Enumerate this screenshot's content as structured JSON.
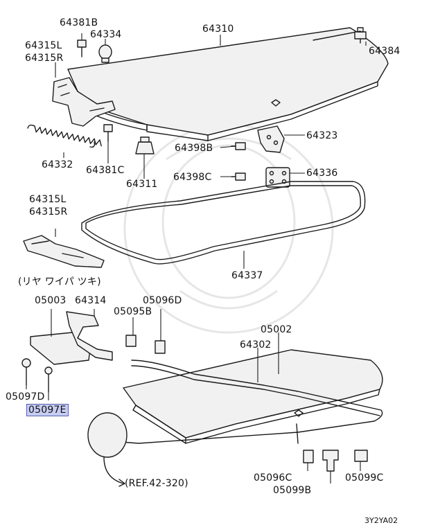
{
  "diagram": {
    "parts": [
      {
        "id": "p1",
        "label": "64381B"
      },
      {
        "id": "p2",
        "label": "64334"
      },
      {
        "id": "p3",
        "label": "64315L"
      },
      {
        "id": "p4",
        "label": "64315R"
      },
      {
        "id": "p5",
        "label": "64310"
      },
      {
        "id": "p6",
        "label": "64384"
      },
      {
        "id": "p7",
        "label": "64323"
      },
      {
        "id": "p8",
        "label": "64398B"
      },
      {
        "id": "p9",
        "label": "64332"
      },
      {
        "id": "p10",
        "label": "64381C"
      },
      {
        "id": "p11",
        "label": "64311"
      },
      {
        "id": "p12",
        "label": "64398C"
      },
      {
        "id": "p13",
        "label": "64336"
      },
      {
        "id": "p14",
        "label": "64315L"
      },
      {
        "id": "p15",
        "label": "64315R"
      },
      {
        "id": "p16",
        "label": "64337"
      },
      {
        "id": "p17",
        "label": "(リヤ ワイパ ツキ)"
      },
      {
        "id": "p18",
        "label": "05003"
      },
      {
        "id": "p19",
        "label": "64314"
      },
      {
        "id": "p20",
        "label": "05096D"
      },
      {
        "id": "p21",
        "label": "05095B"
      },
      {
        "id": "p22",
        "label": "05002"
      },
      {
        "id": "p23",
        "label": "64302"
      },
      {
        "id": "p24",
        "label": "05097D"
      },
      {
        "id": "p25",
        "label": "05097E",
        "highlighted": true
      },
      {
        "id": "p26",
        "label": "(REF.42-320)"
      },
      {
        "id": "p27",
        "label": "05096C"
      },
      {
        "id": "p28",
        "label": "05099C"
      },
      {
        "id": "p29",
        "label": "05099B"
      }
    ],
    "figure_code": "3Y2YA02",
    "highlight_color": "#c7cdf2"
  }
}
